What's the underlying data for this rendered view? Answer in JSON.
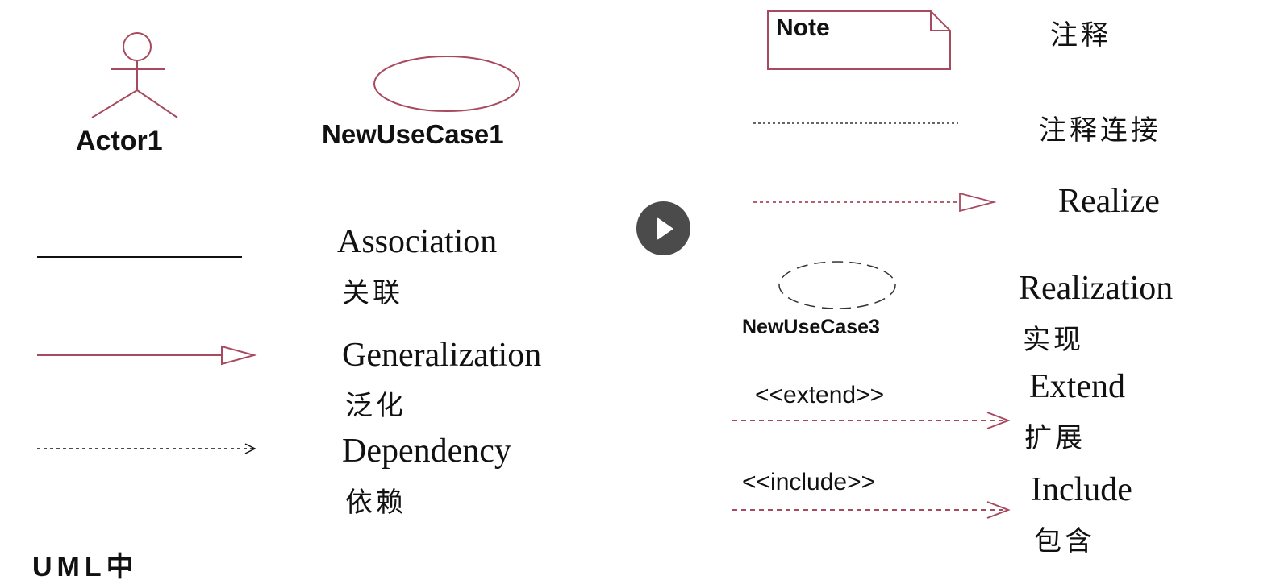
{
  "colors": {
    "uml": "#a84a5f",
    "ink": "#111111",
    "play_bg": "#3c3c3c"
  },
  "actor": {
    "label": "Actor1"
  },
  "use_case": {
    "label": "NewUseCase1"
  },
  "note": {
    "label": "Note",
    "cn": "注释"
  },
  "note_link": {
    "cn": "注释连接"
  },
  "realize": {
    "label": "Realize"
  },
  "association": {
    "en": "Association",
    "cn": "关联"
  },
  "generalization": {
    "en": "Generalization",
    "cn": "泛化"
  },
  "dependency": {
    "en": "Dependency",
    "cn": "依赖"
  },
  "realization": {
    "use_case_label": "NewUseCase3",
    "en": "Realization",
    "cn": "实现"
  },
  "extend": {
    "stereotype": "<<extend>>",
    "en": "Extend",
    "cn": "扩展"
  },
  "include": {
    "stereotype": "<<include>>",
    "en": "Include",
    "cn": "包含"
  },
  "video": {
    "play_icon": "play-icon"
  },
  "bottom_text": "UML中"
}
